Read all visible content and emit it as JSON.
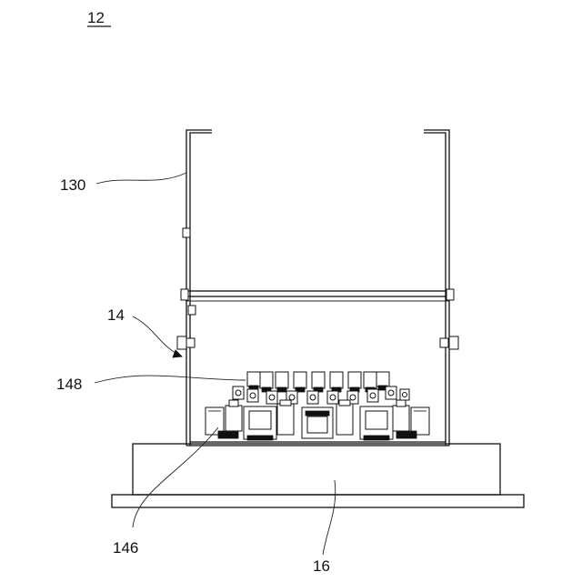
{
  "figure": {
    "title_ref": "12",
    "labels": {
      "frame": "130",
      "assembly": "14",
      "connector_array": "148",
      "clamp_unit": "146",
      "base": "16"
    }
  }
}
